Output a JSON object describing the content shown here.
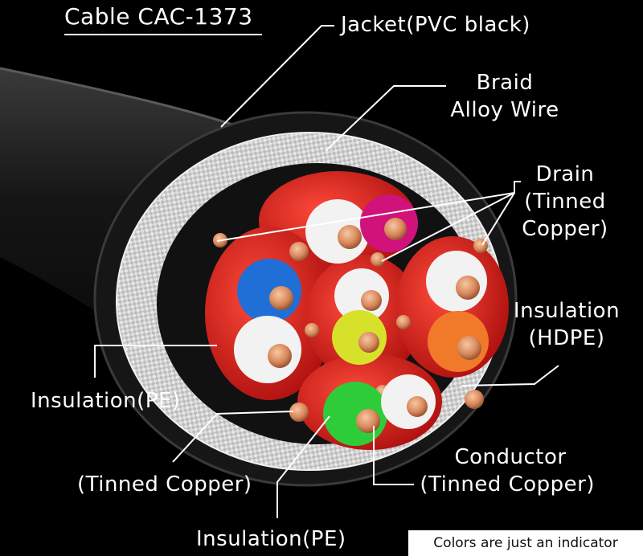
{
  "title": "Cable CAC-1373",
  "labels": {
    "jacket": "Jacket(PVC black)",
    "braid_line1": "Braid",
    "braid_line2": "Alloy Wire",
    "drain_line1": "Drain",
    "drain_line2": "(Tinned",
    "drain_line3": "Copper)",
    "insulation_hdpe_line1": "Insulation",
    "insulation_hdpe_line2": "(HDPE)",
    "insulation_pe_left": "Insulation(PE)",
    "tinned_copper_left": "(Tinned Copper)",
    "insulation_pe_bottom": "Insulation(PE)",
    "conductor_line1": "Conductor",
    "conductor_line2": "(Tinned Copper)"
  },
  "note": "Colors are just an indicator",
  "colors": {
    "background": "#000000",
    "jacket": "#1b1b1b",
    "braid": "#cfcfcf",
    "pair_red": "#d41313",
    "copper": "#d8875a",
    "insulation_white": "#f2f2f2",
    "insulation_blue": "#1f6fd6",
    "insulation_magenta": "#d0127a",
    "insulation_yellow": "#d7e12a",
    "insulation_orange": "#f07a2a",
    "insulation_green": "#2fcc3a",
    "leader_line": "#ffffff"
  }
}
